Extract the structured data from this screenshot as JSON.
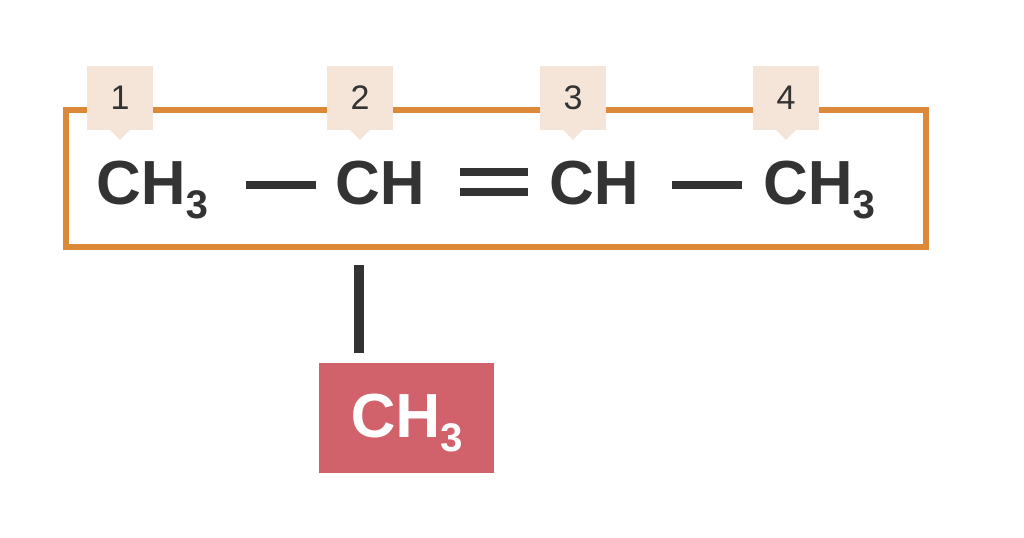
{
  "colors": {
    "main_chain_border": "#dc8a37",
    "label_background": "#f4e5d8",
    "text": "#333333",
    "substituent_background": "#d1626b",
    "substituent_text": "#ffffff"
  },
  "numbers": [
    "1",
    "2",
    "3",
    "4"
  ],
  "main_chain": {
    "groups": [
      {
        "main": "CH",
        "sub": "3"
      },
      {
        "main": "CH",
        "sub": ""
      },
      {
        "main": "CH",
        "sub": ""
      },
      {
        "main": "CH",
        "sub": "3"
      }
    ],
    "bonds": [
      "single",
      "double",
      "single"
    ]
  },
  "substituent": {
    "main": "CH",
    "sub": "3",
    "attached_to_carbon": "2",
    "bond": "single"
  }
}
